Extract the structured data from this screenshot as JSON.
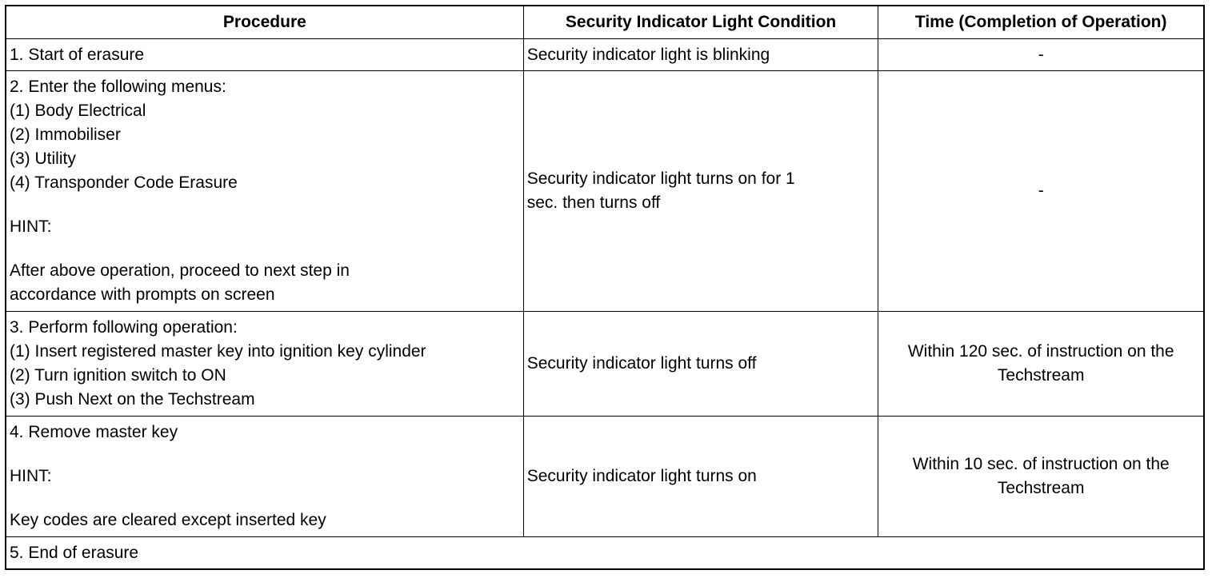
{
  "table": {
    "headers": [
      "Procedure",
      "Security Indicator Light Condition",
      "Time (Completion of Operation)"
    ],
    "rows": [
      {
        "procedure": [
          "1. Start of erasure"
        ],
        "condition": "Security indicator light is blinking",
        "time": "-"
      },
      {
        "procedure": [
          "2. Enter the following menus:",
          "(1) Body Electrical",
          "(2) Immobiliser",
          "(3) Utility",
          "(4) Transponder Code Erasure"
        ],
        "hint_label": "HINT:",
        "hint_text": [
          "After above operation, proceed to next step in",
          "accordance with prompts on screen"
        ],
        "condition": [
          "Security indicator light turns on for 1",
          "sec. then turns off"
        ],
        "time": "-"
      },
      {
        "procedure": [
          "3. Perform following operation:",
          "(1) Insert registered master key into ignition key cylinder",
          "(2) Turn ignition switch to ON",
          "(3) Push Next on the Techstream"
        ],
        "condition": "Security indicator light turns off",
        "time": [
          "Within 120 sec. of instruction on the",
          "Techstream"
        ]
      },
      {
        "procedure": [
          "4. Remove master key"
        ],
        "hint_label": "HINT:",
        "hint_text": [
          "Key codes are cleared except inserted key"
        ],
        "condition": "Security indicator light turns on",
        "time": [
          "Within 10 sec. of instruction on the",
          "Techstream"
        ]
      },
      {
        "procedure": [
          "5. End of erasure"
        ]
      }
    ]
  }
}
